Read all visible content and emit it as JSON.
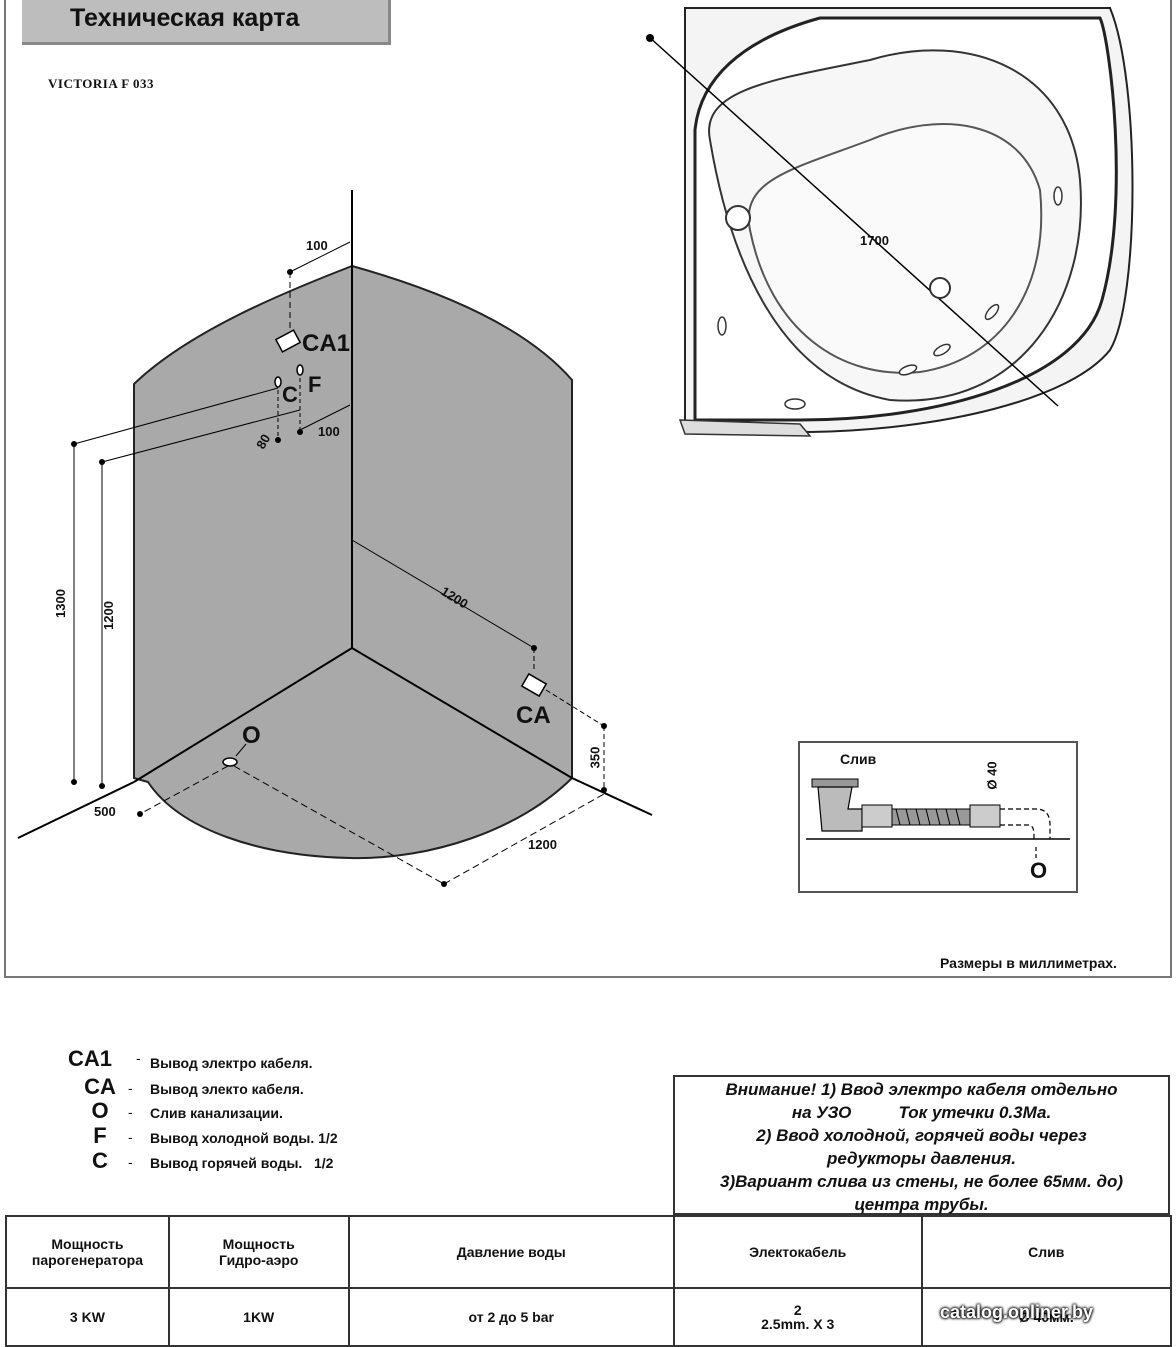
{
  "header": {
    "title": "Техническая карта",
    "model": "VICTORIA   F 033"
  },
  "cabin": {
    "dims": {
      "d100_top": "100",
      "d100_mid": "100",
      "d80": "80",
      "d1300": "1300",
      "d1200_left": "1200",
      "d1200_wall": "1200",
      "d500": "500",
      "d1200_floor": "1200",
      "d350": "350"
    },
    "marks": {
      "ca1": "CA1",
      "c": "C",
      "f": "F",
      "ca": "CA",
      "o": "O"
    }
  },
  "tub": {
    "d1700": "1700"
  },
  "drain_detail": {
    "label": "Слив",
    "diameter": "Ø 40",
    "mark": "O"
  },
  "units_note": "Размеры в миллиметрах.",
  "legend": [
    {
      "code": "CA1",
      "dash": "-",
      "text": "Вывод электро кабеля."
    },
    {
      "code": "CA",
      "dash": "-",
      "text": "Вывод электо кабеля."
    },
    {
      "code": "O",
      "dash": "-",
      "text": "Слив канализации."
    },
    {
      "code": "F",
      "dash": "-",
      "text": "Вывод холодной воды. 1/2"
    },
    {
      "code": "C",
      "dash": "-",
      "text": "Вывод горячей воды.   1/2"
    }
  ],
  "warning": {
    "lines": [
      "Внимание!  1) Ввод электро кабеля отдельно",
      "на УЗО          Ток утечки 0.3Ма.",
      "2) Ввод холодной, горячей воды через",
      "редукторы давления.",
      "3)Вариант слива из стены, не более 65мм. до)",
      "центра трубы."
    ]
  },
  "table": {
    "headers": [
      "Мощность\nпарогенератора",
      "Мощность\nГидро-аэро",
      "Давление воды",
      "Электокабель",
      "Слив"
    ],
    "values": [
      "3 KW",
      "1KW",
      "от 2 до 5 bar",
      "2\n2.5mm. X 3",
      "Ø 40мм."
    ]
  },
  "watermark": "catalog.onliner.by"
}
